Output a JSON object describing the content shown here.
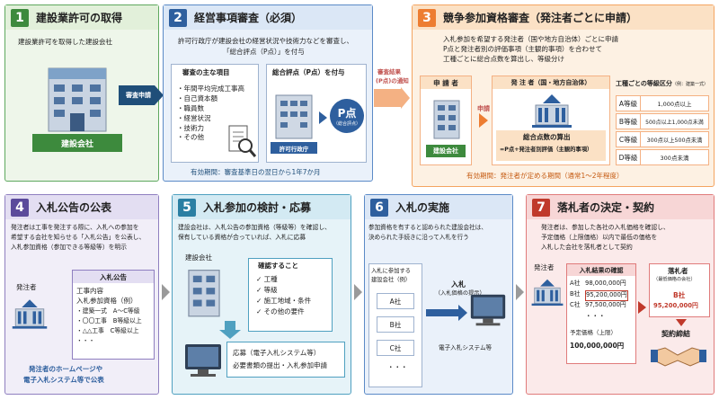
{
  "s1": {
    "num": "1",
    "title": "建設業許可の取得",
    "desc": "建設業許可を取得した建設会社",
    "company": "建設会社",
    "arrow": "審査申請"
  },
  "s2": {
    "num": "2",
    "title": "経営事項審査（必須）",
    "desc1": "許可行政庁が建設会社の経営状況や技術力などを審査し、",
    "desc2": "「総合評点（P点）」を付与",
    "items_title": "審査の主な項目",
    "items": [
      "・年間平均完成工事高",
      "・自己資本額",
      "・職員数",
      "・経営状況",
      "・技術力",
      "・その他"
    ],
    "give_title": "総合評点（P点）を付与",
    "pbig": "P点",
    "psmall": "（総合評点）",
    "office": "許可行政庁",
    "period": "有効期間：審査基準日の翌日から1年7か月",
    "side1": "審査結果",
    "side2": "(P点)の通知"
  },
  "s3": {
    "num": "3",
    "title": "競争参加資格審査（発注者ごとに申請）",
    "desc": [
      "入札参加を希望する発注者（国や地方自治体）ごとに申請",
      "P点と発注者別の評価事項（主観的事項）を合わせて",
      "工種ごとに総合点数を算出し、等級分け"
    ],
    "applicant": "申 請 者",
    "company": "建設会社",
    "apply": "申請",
    "orderer": "発 注 者（国・地方自治体）",
    "calc1": "総合点数の算出",
    "calc2": "=P点+発注者別評価（主観的事項）",
    "grade_title": "工種ごとの等級区分",
    "grade_note": "（例：建築一式）",
    "grades": [
      {
        "g": "A等級",
        "v": "1,000点以上"
      },
      {
        "g": "B等級",
        "v": "500点以上1,000点未満"
      },
      {
        "g": "C等級",
        "v": "300点以上500点未満"
      },
      {
        "g": "D等級",
        "v": "300点未満"
      }
    ],
    "period": "有効期間：発注者が定める期間（通常1～2年程度）"
  },
  "s4": {
    "num": "4",
    "title": "入札公告の公表",
    "desc": [
      "発注者は工事を発注する際に、入札への参加を",
      "希望する会社を知らせる「入札公告」を公表し、",
      "入札参加資格（参加できる等級等）を明示"
    ],
    "orderer": "発注者",
    "notice": "入札公告",
    "work": "工事内容",
    "qual": "入札参加資格（例）",
    "rows": [
      "・建築一式　A～C等級",
      "・〇〇工事　B等級以上",
      "・△△工事　C等級以上",
      "・・・"
    ],
    "foot1": "発注者のホームページや",
    "foot2": "電子入札システム等で公表"
  },
  "s5": {
    "num": "5",
    "title": "入札参加の検討・応募",
    "desc": [
      "建設会社は、入札公告の参加資格（等級等）を確認し、",
      "保有している資格が合っていれば、入札に応募"
    ],
    "company": "建設会社",
    "check_title": "確認すること",
    "checks": [
      "✓ 工種",
      "✓ 等級",
      "✓ 施工地域・条件",
      "✓ その他の要件"
    ],
    "apply1": "応募（電子入札システム等）",
    "apply2": "必要書類の提出・入札参加申請"
  },
  "s6": {
    "num": "6",
    "title": "入札の実施",
    "desc": [
      "参加資格を有すると認められた建設会社は、",
      "決められた手続きに沿って入札を行う"
    ],
    "part1": "入札に参加する",
    "part2": "建設会社（例）",
    "cos": [
      "A社",
      "B社",
      "C社",
      "・・・"
    ],
    "bid": "入札",
    "bidsub": "（入札価格の提示）",
    "sys": "電子入札システム等"
  },
  "s7": {
    "num": "7",
    "title": "落札者の決定・契約",
    "desc": [
      "発注者は、参加した各社の入札価格を確認し、",
      "予定価格（上限価格）以内で最低の価格を",
      "入札した会社を落札者として契約"
    ],
    "orderer": "発注者",
    "res_title": "入札結果の確認",
    "results": [
      {
        "c": "A社",
        "p": "98,000,000円"
      },
      {
        "c": "B社",
        "p": "95,200,000円"
      },
      {
        "c": "C社",
        "p": "97,500,000円"
      }
    ],
    "dots": "・・・",
    "plan1": "予定価格（上限）",
    "plan2": "100,000,000円",
    "winner": "落札者",
    "winsub": "（最低価格の会社）",
    "wco": "B社",
    "wprice": "95,200,000円",
    "contract": "契約締結"
  }
}
